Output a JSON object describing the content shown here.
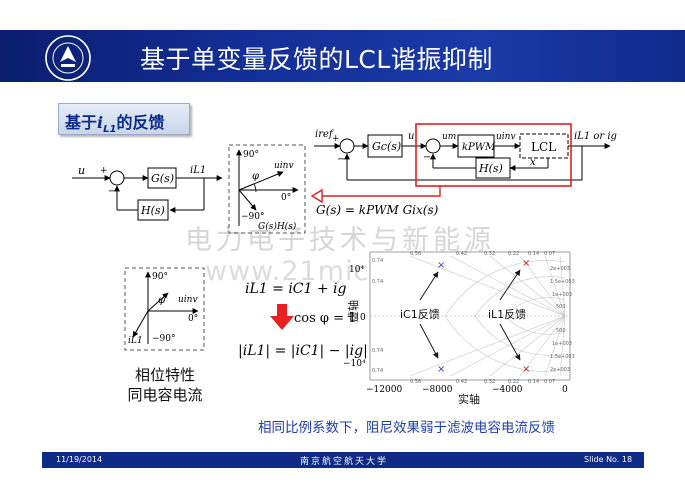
{
  "slide": {
    "title": "基于单变量反馈的LCL谐振抑制",
    "subtitle_prefix": "基于",
    "subtitle_var": "i",
    "subtitle_sub": "L1",
    "subtitle_suffix": "的反馈"
  },
  "diagram_left": {
    "u": "u",
    "plus": "+",
    "minus": "−",
    "G": "G(s)",
    "H": "H(s)",
    "iL1": "iL1"
  },
  "phasor_top": {
    "deg90": "90°",
    "deg0": "0°",
    "degm90": "−90°",
    "phi": "φ",
    "uinv": "uinv",
    "gh": "G(s)H(s)"
  },
  "diagram_right": {
    "iref": "iref",
    "plus": "+",
    "minus": "−",
    "u": "u",
    "um": "um",
    "uinv": "uinv",
    "Gc": "Gc(s)",
    "kpwm": "kPWM",
    "LCL": "LCL",
    "H": "H(s)",
    "x": "x",
    "out": "iL1 or ig"
  },
  "formula_G": "G(s) = kPWM Gix(s)",
  "phasor_bottom": {
    "deg90": "90°",
    "deg0": "0°",
    "degm90": "−90°",
    "phi": "φ",
    "uinv": "uinv",
    "iL1": "iL1"
  },
  "equations": {
    "eq1": "iL1 = iC1 + ig",
    "eq2": "cos φ = 1",
    "eq3": "|iL1| = |iC1| − |ig|"
  },
  "phase_label": [
    "相位特性",
    "同电容电流"
  ],
  "root_locus": {
    "ylabel": "虚轴",
    "xlabel": "实轴",
    "yticks": [
      "10⁴",
      "0",
      "−10⁴"
    ],
    "xticks": [
      "−12000",
      "−8000",
      "−4000",
      "0"
    ],
    "top_ticks": [
      "0.56",
      "0.42",
      "0.32",
      "0.22",
      "0.14",
      "0.07"
    ],
    "right_ticks": [
      "2e+003",
      "1.5e+003",
      "1e+003",
      "500",
      "500",
      "1e+003",
      "1.5e+003",
      "2e+003"
    ],
    "left_ticks": [
      "0.74",
      "0.74",
      "0.74",
      "0.74"
    ],
    "label_ic": "iC1反馈",
    "label_il": "iL1反馈",
    "accent_ic": "#2040c0",
    "accent_il": "#d02020"
  },
  "watermark": [
    "电力电子技术与新能源",
    "www.21micro-grid.cn"
  ],
  "caption": "相同比例系数下，阻尼效果弱于滤波电容电流反馈",
  "footer": {
    "date": "11/19/2014",
    "institution": "南京航空航天大学",
    "slide_no": "Slide No. 18"
  },
  "colors": {
    "header": "#14309a",
    "highlight": "#e02020"
  }
}
